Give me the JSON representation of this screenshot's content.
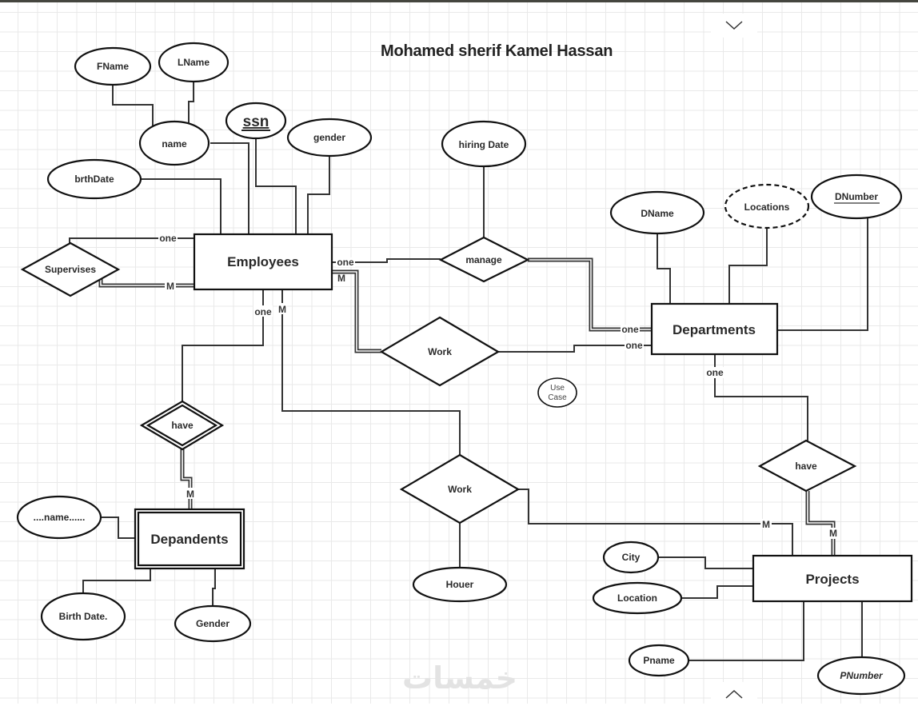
{
  "title": "Mohamed sherif Kamel Hassan",
  "watermark": "خمسات",
  "controls": {
    "collapse_icon": "chevron-down-icon",
    "expand_icon": "chevron-up-icon"
  },
  "colors": {
    "stroke": "#111111",
    "grid": "#e9e9e9",
    "topbar": "#45463f",
    "text": "#2a2a2a"
  },
  "entities": [
    {
      "id": "employees",
      "label": "Employees",
      "weak": false
    },
    {
      "id": "departments",
      "label": "Departments",
      "weak": false
    },
    {
      "id": "dependents",
      "label": "Depandents",
      "weak": true
    },
    {
      "id": "projects",
      "label": "Projects",
      "weak": false
    }
  ],
  "relationships": [
    {
      "id": "supervises",
      "label": "Supervises",
      "identifying": false
    },
    {
      "id": "manage",
      "label": "manage",
      "identifying": false
    },
    {
      "id": "work_dept",
      "label": "Work",
      "identifying": false
    },
    {
      "id": "have_dep",
      "label": "have",
      "identifying": true
    },
    {
      "id": "work_proj",
      "label": "Work",
      "identifying": false
    },
    {
      "id": "have_proj",
      "label": "have",
      "identifying": false
    }
  ],
  "attributes": [
    {
      "id": "fname",
      "label": "FName",
      "key": false,
      "multivalued": false,
      "owner": "name"
    },
    {
      "id": "lname",
      "label": "LName",
      "key": false,
      "multivalued": false,
      "owner": "name"
    },
    {
      "id": "name",
      "label": "name",
      "key": false,
      "multivalued": false,
      "owner": "Employees"
    },
    {
      "id": "ssn",
      "label": "ssn",
      "key": true,
      "multivalued": false,
      "owner": "Employees"
    },
    {
      "id": "gender",
      "label": "gender",
      "key": false,
      "multivalued": false,
      "owner": "Employees"
    },
    {
      "id": "brthdate",
      "label": "brthDate",
      "key": false,
      "multivalued": false,
      "owner": "Employees"
    },
    {
      "id": "hiring_date",
      "label": "hiring Date",
      "key": false,
      "multivalued": false,
      "owner": "manage"
    },
    {
      "id": "dname",
      "label": "DName",
      "key": false,
      "multivalued": false,
      "owner": "Departments"
    },
    {
      "id": "locations",
      "label": "Locations",
      "key": false,
      "multivalued": true,
      "owner": "Departments"
    },
    {
      "id": "dnumber",
      "label": "DNumber",
      "key": true,
      "multivalued": false,
      "owner": "Departments"
    },
    {
      "id": "dep_name",
      "label": "....name......",
      "key": false,
      "multivalued": false,
      "owner": "Depandents"
    },
    {
      "id": "birth_date",
      "label": "Birth Date.",
      "key": false,
      "multivalued": false,
      "owner": "Depandents"
    },
    {
      "id": "dep_gender",
      "label": "Gender",
      "key": false,
      "multivalued": false,
      "owner": "Depandents"
    },
    {
      "id": "houer",
      "label": "Houer",
      "key": false,
      "multivalued": false,
      "owner": "Work"
    },
    {
      "id": "city",
      "label": "City",
      "key": false,
      "multivalued": false,
      "owner": "Projects"
    },
    {
      "id": "location",
      "label": "Location",
      "key": false,
      "multivalued": false,
      "owner": "Projects"
    },
    {
      "id": "pname",
      "label": "Pname",
      "key": false,
      "multivalued": false,
      "owner": "Projects"
    },
    {
      "id": "pnumber",
      "label": "PNumber",
      "key": true,
      "multivalued": false,
      "owner": "Projects"
    }
  ],
  "use_case": {
    "line1": "Use",
    "line2": "Case"
  },
  "cardinalities": [
    {
      "id": "sup_one",
      "label": "one"
    },
    {
      "id": "sup_m",
      "label": "M"
    },
    {
      "id": "mgr_emp_one",
      "label": "one"
    },
    {
      "id": "work_emp_m",
      "label": "M"
    },
    {
      "id": "mgr_dep_one",
      "label": "one"
    },
    {
      "id": "work_dep_one",
      "label": "one"
    },
    {
      "id": "have_emp_one",
      "label": "one"
    },
    {
      "id": "workp_emp_m",
      "label": "M"
    },
    {
      "id": "have_dep_m",
      "label": "M"
    },
    {
      "id": "dep_have_one",
      "label": "one"
    },
    {
      "id": "workp_proj_m",
      "label": "M"
    },
    {
      "id": "havep_proj_m",
      "label": "M"
    }
  ]
}
